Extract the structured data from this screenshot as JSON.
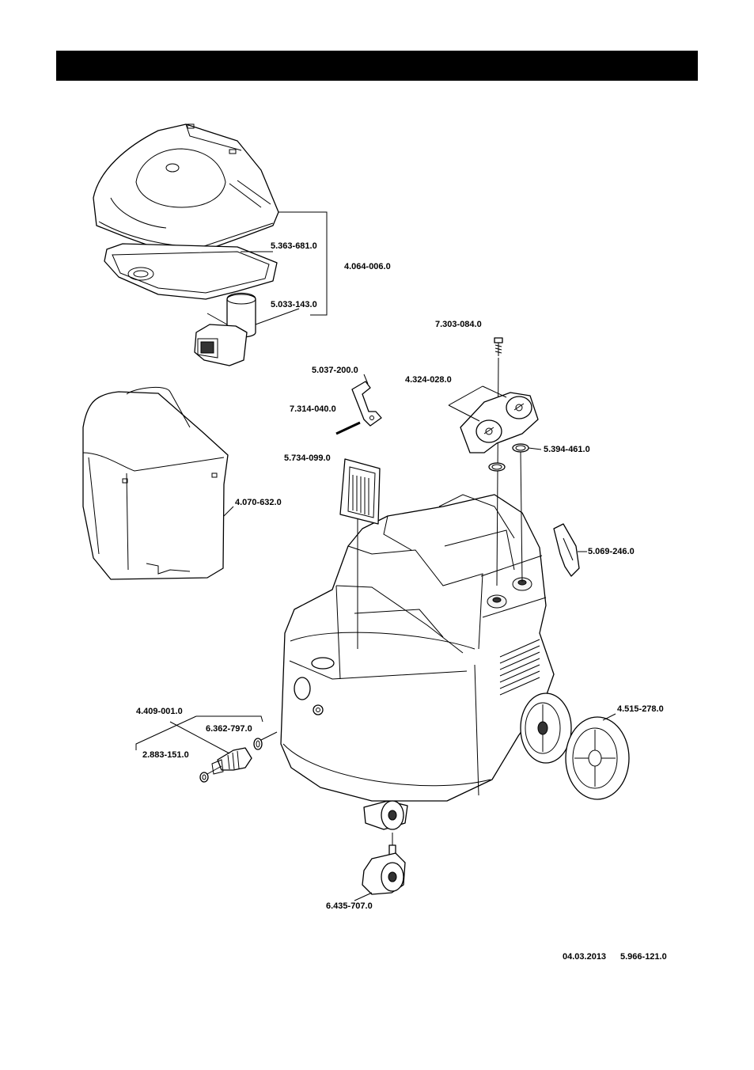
{
  "header": {
    "title": ""
  },
  "parts": {
    "lid_seal": "5.363-681.0",
    "lid_assembly": "4.064-006.0",
    "elbow_connector": "5.033-143.0",
    "screw": "7.303-084.0",
    "switch_assembly": "4.324-028.0",
    "bracket": "5.037-200.0",
    "pin": "7.314-040.0",
    "filter_cassette": "5.734-099.0",
    "ring_seal": "5.394-461.0",
    "container": "4.070-632.0",
    "cover_flap": "5.069-246.0",
    "adapter_set": "4.409-001.0",
    "o_ring_large": "6.362-797.0",
    "o_ring_small": "2.883-151.0",
    "rear_wheel": "4.515-278.0",
    "castor": "6.435-707.0"
  },
  "footer": {
    "date": "04.03.2013",
    "doc_number": "5.966-121.0"
  }
}
